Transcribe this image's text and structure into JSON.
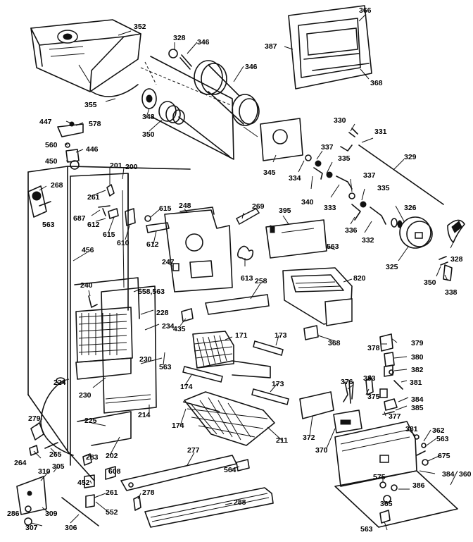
{
  "diagram": {
    "labels": {
      "p352": "352",
      "p328": "328",
      "p346a": "346",
      "p346b": "346",
      "p366": "366",
      "p387": "387",
      "p368a": "368",
      "p355": "355",
      "p348": "348",
      "p350": "350",
      "p447": "447",
      "p578": "578",
      "p560": "560",
      "p446": "446",
      "p450": "450",
      "p201": "201",
      "p200": "200",
      "p268": "268",
      "p261a": "261",
      "p687": "687",
      "p612a": "612",
      "p615a": "615",
      "p615b": "615",
      "p610": "610",
      "p612b": "612",
      "p248": "248",
      "p269": "269",
      "p395": "395",
      "p563a": "563",
      "p345": "345",
      "p334": "334",
      "p337a": "337",
      "p335a": "335",
      "p330": "330",
      "p331": "331",
      "p329": "329",
      "p340": "340",
      "p333": "333",
      "p337b": "337",
      "p335b": "335",
      "p326": "326",
      "p336": "336",
      "p332": "332",
      "p325": "325",
      "p328b": "328",
      "p350b": "350",
      "p338": "338",
      "p456": "456",
      "p247": "247",
      "p613": "613",
      "p258": "258",
      "p820": "820",
      "p240": "240",
      "p558": "558,563",
      "p228": "228",
      "p234": "234",
      "p435": "435",
      "p368b": "368",
      "p230a": "230",
      "p563b": "563",
      "p171": "171",
      "p173a": "173",
      "p378": "378",
      "p379": "379",
      "p380": "380",
      "p382": "382",
      "p381a": "381",
      "p376": "376",
      "p383": "383",
      "p375": "375",
      "p384a": "384",
      "p385": "385",
      "p224": "224",
      "p230b": "230",
      "p214": "214",
      "p174a": "174",
      "p173b": "173",
      "p174b": "174",
      "p211": "211",
      "p372": "372",
      "p377": "377",
      "p370": "370",
      "p381b": "381",
      "p362": "362",
      "p563c": "563",
      "p279": "279",
      "p225": "225",
      "p202": "202",
      "p265": "265",
      "p264": "264",
      "p283": "283",
      "p305": "305",
      "p310": "310",
      "p277": "277",
      "p564": "564",
      "p608": "608",
      "p452": "452",
      "p261b": "261",
      "p675": "675",
      "p384b": "384",
      "p360": "360",
      "p575": "575",
      "p386": "386",
      "p278": "278",
      "p552": "552",
      "p288": "288",
      "p286": "286",
      "p309": "309",
      "p307": "307",
      "p306": "306",
      "p365": "365",
      "p563d": "563",
      "p563e": "563"
    }
  }
}
